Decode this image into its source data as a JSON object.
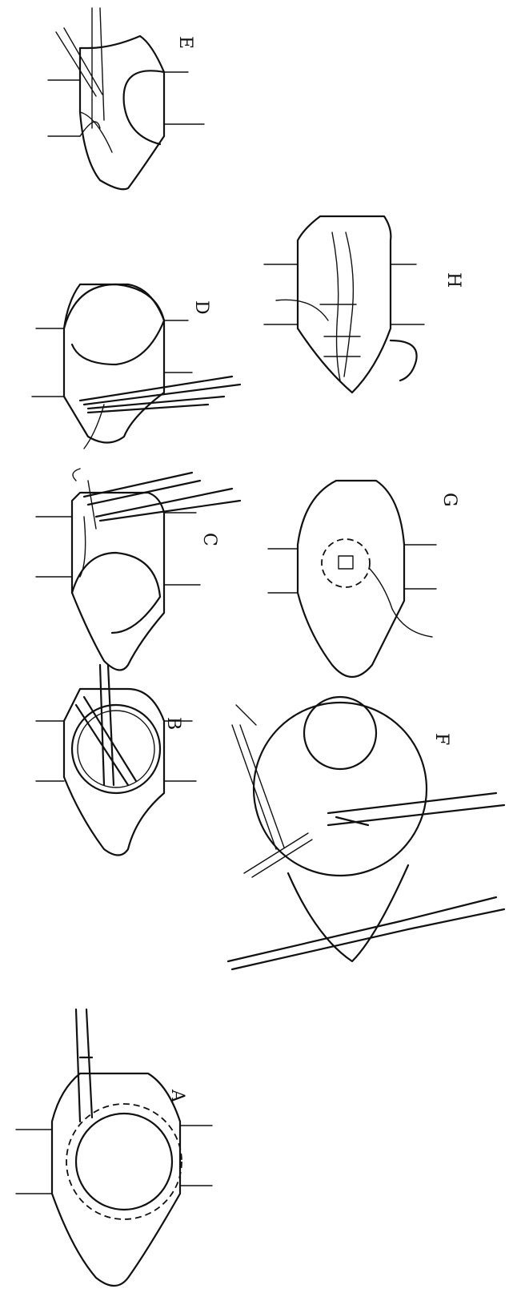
{
  "panels": [
    {
      "id": "A",
      "label": "A"
    },
    {
      "id": "B",
      "label": "B"
    },
    {
      "id": "C",
      "label": "C"
    },
    {
      "id": "D",
      "label": "D"
    },
    {
      "id": "E",
      "label": "E"
    },
    {
      "id": "F",
      "label": "F"
    },
    {
      "id": "G",
      "label": "G"
    },
    {
      "id": "H",
      "label": "H"
    }
  ]
}
